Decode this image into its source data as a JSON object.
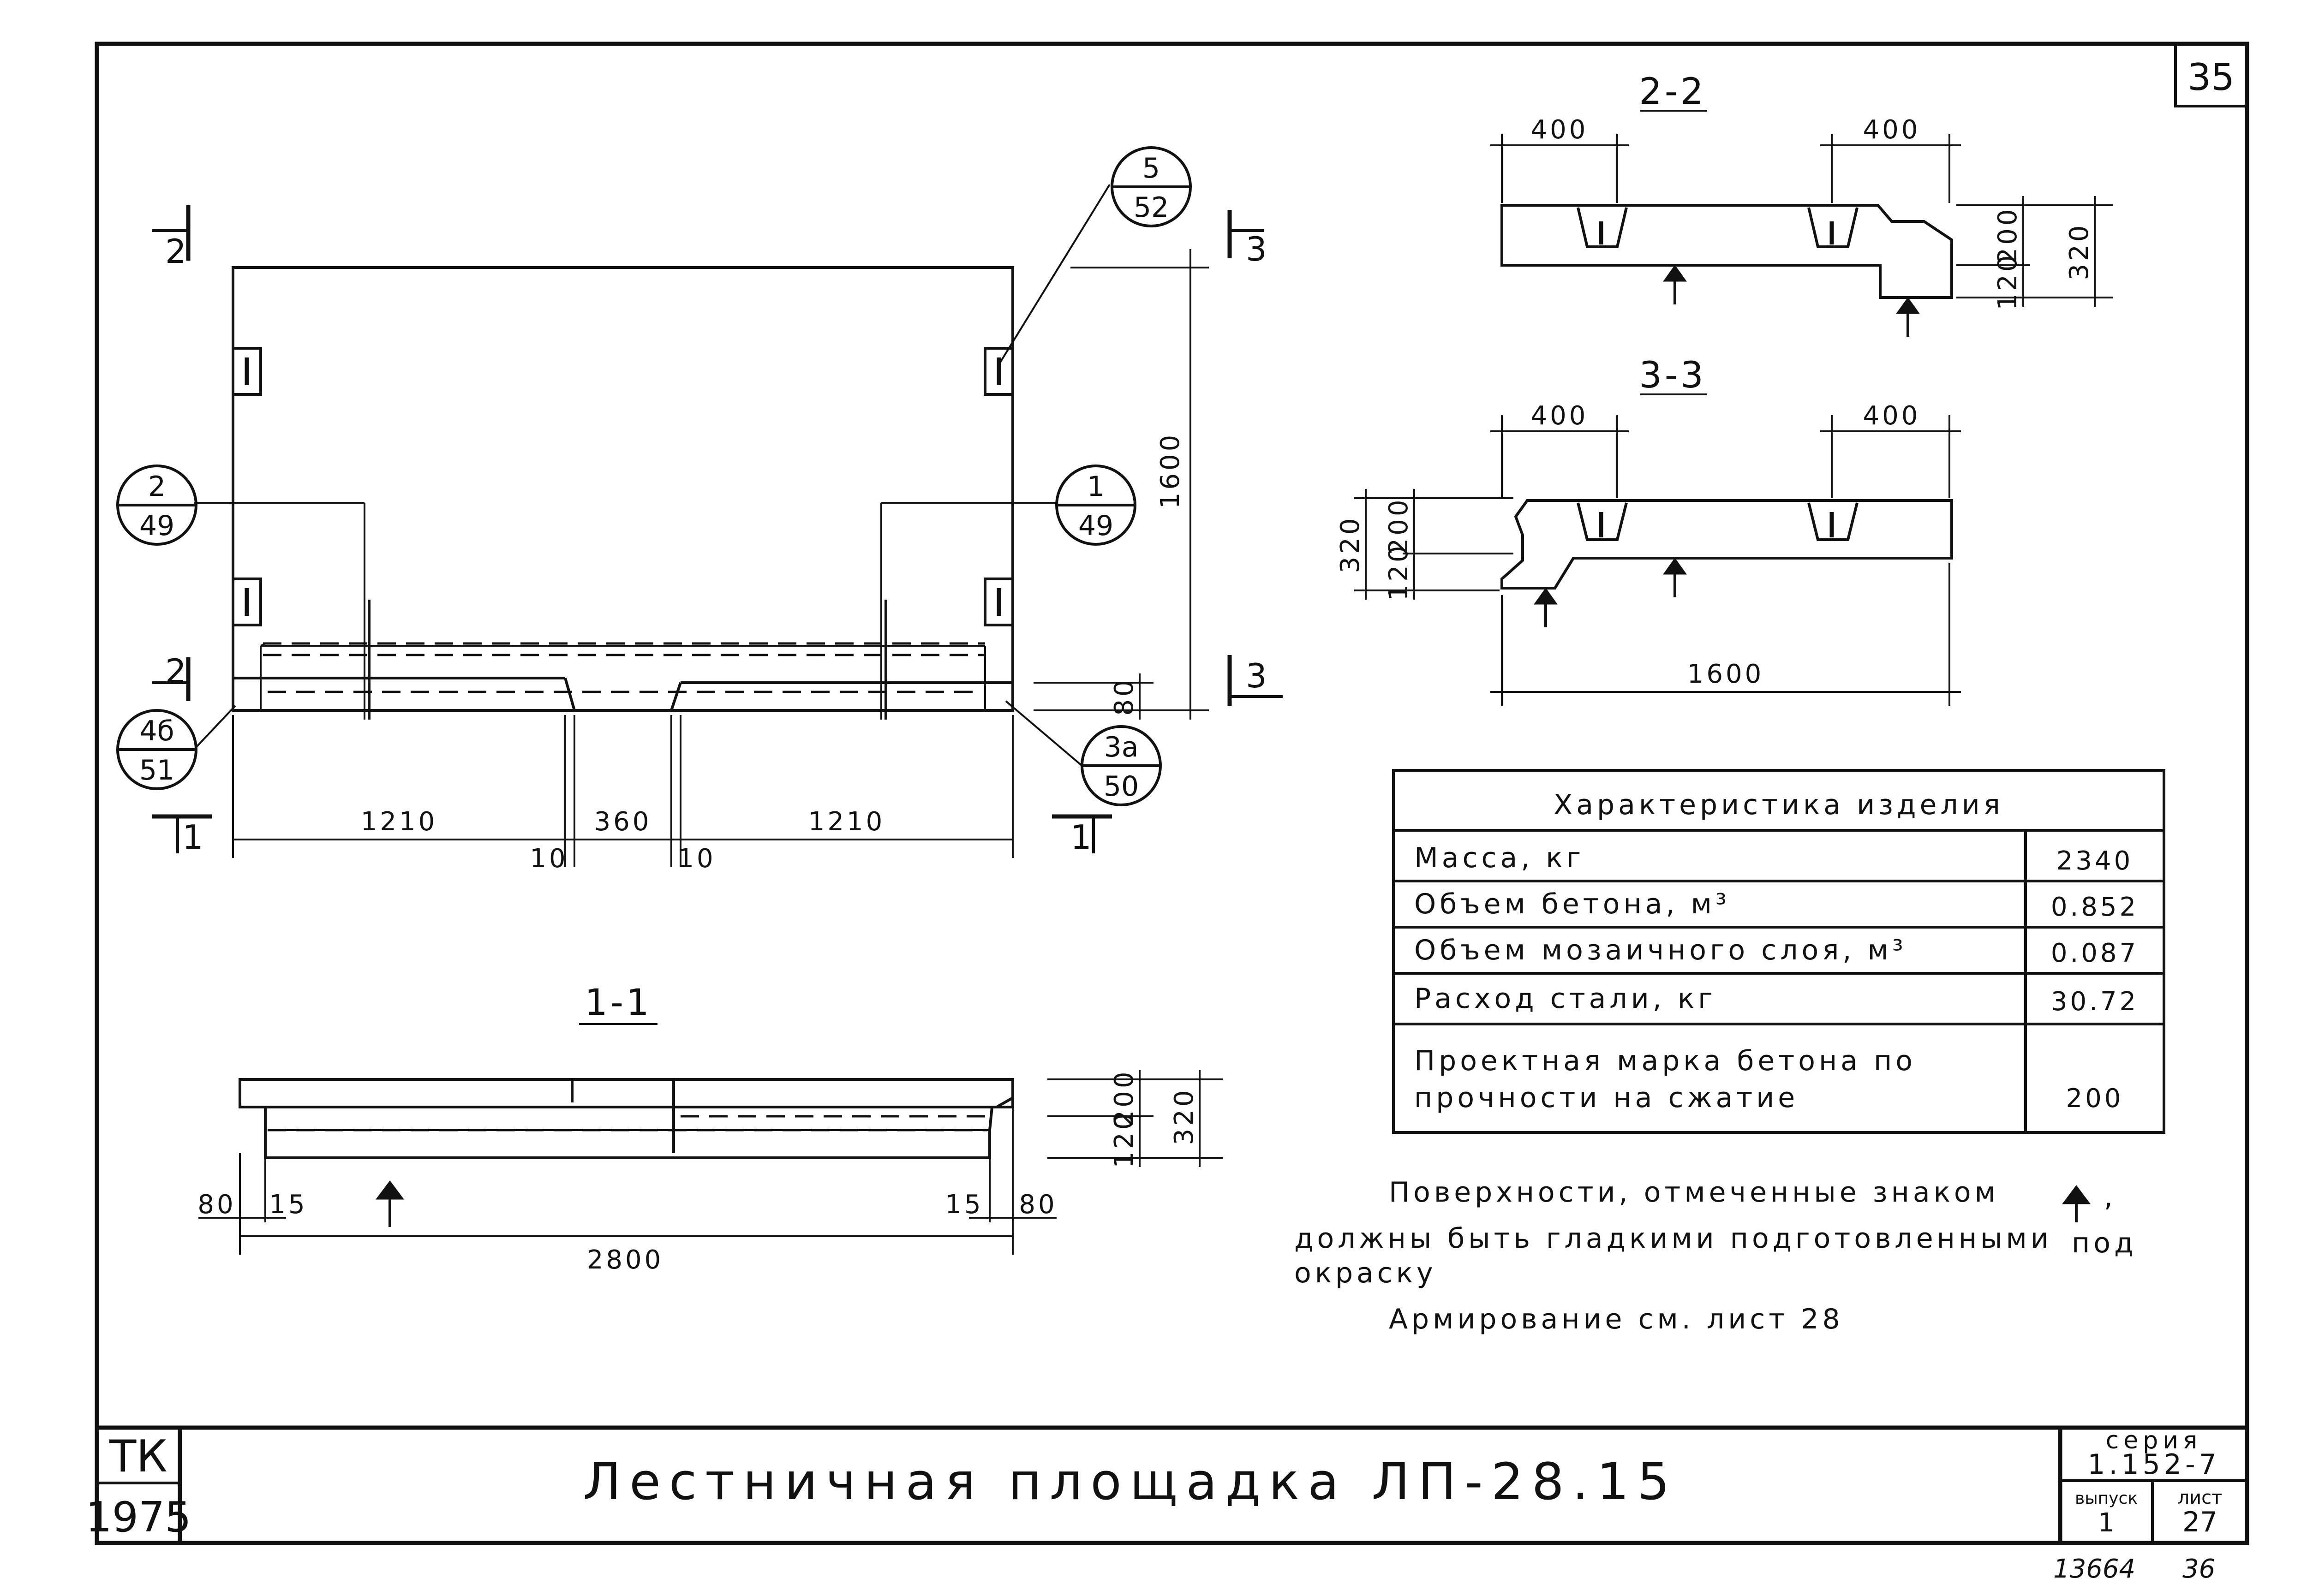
{
  "sheet_corner": "35",
  "sections": {
    "s11": "1-1",
    "s22": "2-2",
    "s33": "3-3"
  },
  "section_marks": {
    "m1": "1",
    "m2": "2",
    "m3": "3"
  },
  "callouts": [
    {
      "top": "5",
      "bottom": "52"
    },
    {
      "top": "2",
      "bottom": "49"
    },
    {
      "top": "1",
      "bottom": "49"
    },
    {
      "top": "4б",
      "bottom": "51"
    },
    {
      "top": "3а",
      "bottom": "50"
    }
  ],
  "plan_dims": {
    "left": "1210",
    "middle": "360",
    "right": "1210",
    "gap_left": "10",
    "gap_right": "10",
    "height": "1600",
    "edge": "80"
  },
  "section_dims": {
    "w400": "400",
    "h200": "200",
    "h120": "120",
    "h320": "320",
    "w1600": "1600",
    "w2800": "2800",
    "w80": "80",
    "w15": "15"
  },
  "table": {
    "title": "Характеристика изделия",
    "rows": [
      {
        "label": "Масса, кг",
        "value": "2340"
      },
      {
        "label": "Объем бетона, м³",
        "value": "0.852"
      },
      {
        "label": "Объем мозаичного слоя, м³",
        "value": "0.087"
      },
      {
        "label": "Расход стали, кг",
        "value": "30.72"
      },
      {
        "label": "Проектная марка бетона по",
        "label2": "прочности на сжатие",
        "value": "200"
      }
    ]
  },
  "notes": {
    "line1": "Поверхности, отмеченные знаком",
    "line1_tail": ",",
    "line2": "должны быть гладкими подготовленными",
    "line2_tail": "под",
    "line3": "окраску",
    "line4": "Армирование см. лист 28"
  },
  "title_block": {
    "org": "ТК",
    "year": "1975",
    "title": "Лестничная площадка ЛП-28.15",
    "series_label": "серия",
    "series_value": "1.152-7",
    "issue_label": "выпуск",
    "issue_value": "1",
    "sheet_label": "лист",
    "sheet_value": "27"
  },
  "footer": {
    "code": "13664",
    "page": "36"
  }
}
